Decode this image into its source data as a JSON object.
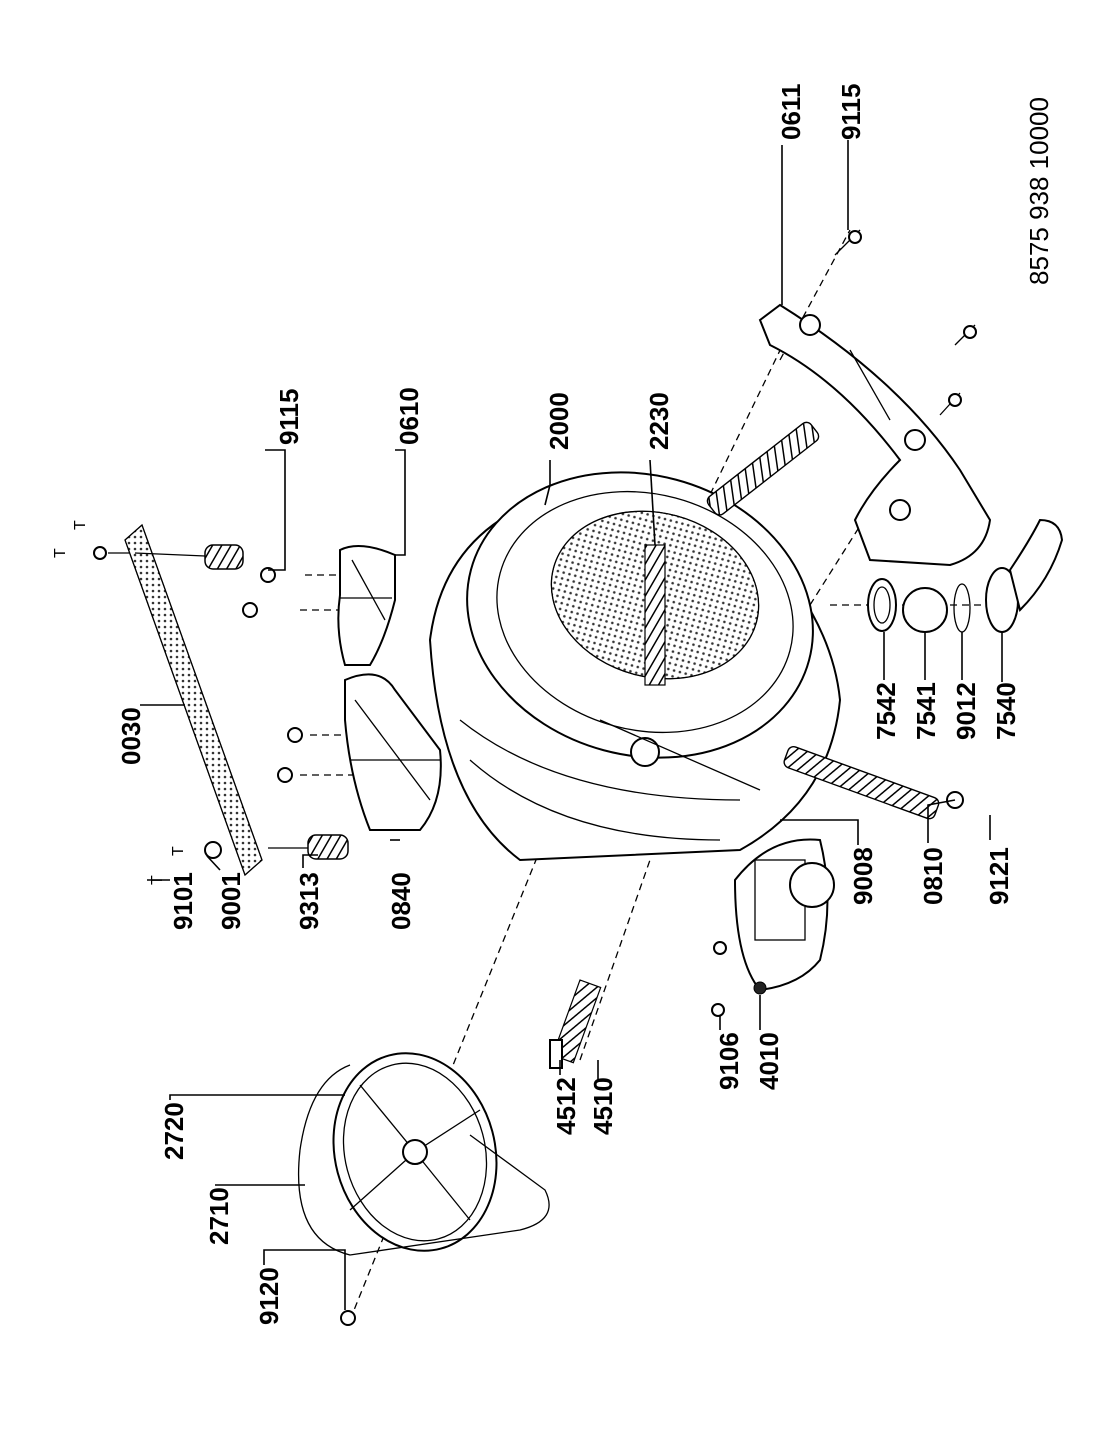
{
  "drawing_number": "8575 938 10000",
  "parts": [
    {
      "id": "p0030",
      "label": "0030"
    },
    {
      "id": "p9101",
      "label": "9101"
    },
    {
      "id": "p9001",
      "label": "9001"
    },
    {
      "id": "p9313",
      "label": "9313"
    },
    {
      "id": "p0840",
      "label": "0840"
    },
    {
      "id": "p9115a",
      "label": "9115"
    },
    {
      "id": "p0610",
      "label": "0610"
    },
    {
      "id": "p2000",
      "label": "2000"
    },
    {
      "id": "p2230",
      "label": "2230"
    },
    {
      "id": "p0611",
      "label": "0611"
    },
    {
      "id": "p9115b",
      "label": "9115"
    },
    {
      "id": "p7542",
      "label": "7542"
    },
    {
      "id": "p7541",
      "label": "7541"
    },
    {
      "id": "p9012",
      "label": "9012"
    },
    {
      "id": "p7540",
      "label": "7540"
    },
    {
      "id": "p9008",
      "label": "9008"
    },
    {
      "id": "p0810",
      "label": "0810"
    },
    {
      "id": "p9121",
      "label": "9121"
    },
    {
      "id": "p2720",
      "label": "2720"
    },
    {
      "id": "p2710",
      "label": "2710"
    },
    {
      "id": "p9120",
      "label": "9120"
    },
    {
      "id": "p4512",
      "label": "4512"
    },
    {
      "id": "p4510",
      "label": "4510"
    },
    {
      "id": "p9106",
      "label": "9106"
    },
    {
      "id": "p4010",
      "label": "4010"
    }
  ]
}
